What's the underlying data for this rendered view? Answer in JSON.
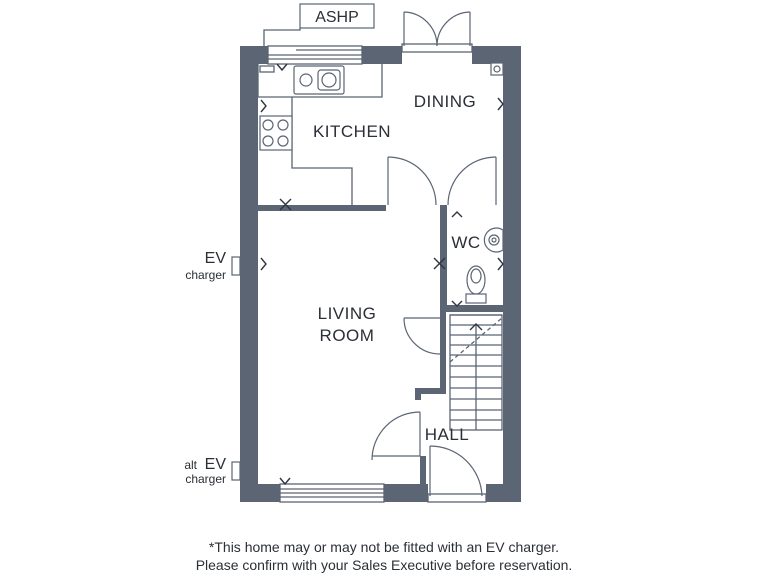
{
  "plan": {
    "ashp_label": "ASHP",
    "rooms": {
      "dining": "DINING",
      "kitchen": "KITCHEN",
      "wc": "WC",
      "living_line1": "LIVING",
      "living_line2": "ROOM",
      "hall": "HALL"
    },
    "ev_charger": {
      "title": "EV",
      "sub": "charger"
    },
    "alt_ev_charger": {
      "prefix": "alt",
      "title": "EV",
      "sub": "charger"
    }
  },
  "footnote": {
    "line1": "*This home may or may not be fitted with an EV charger.",
    "line2": "Please confirm with your Sales Executive before reservation."
  }
}
